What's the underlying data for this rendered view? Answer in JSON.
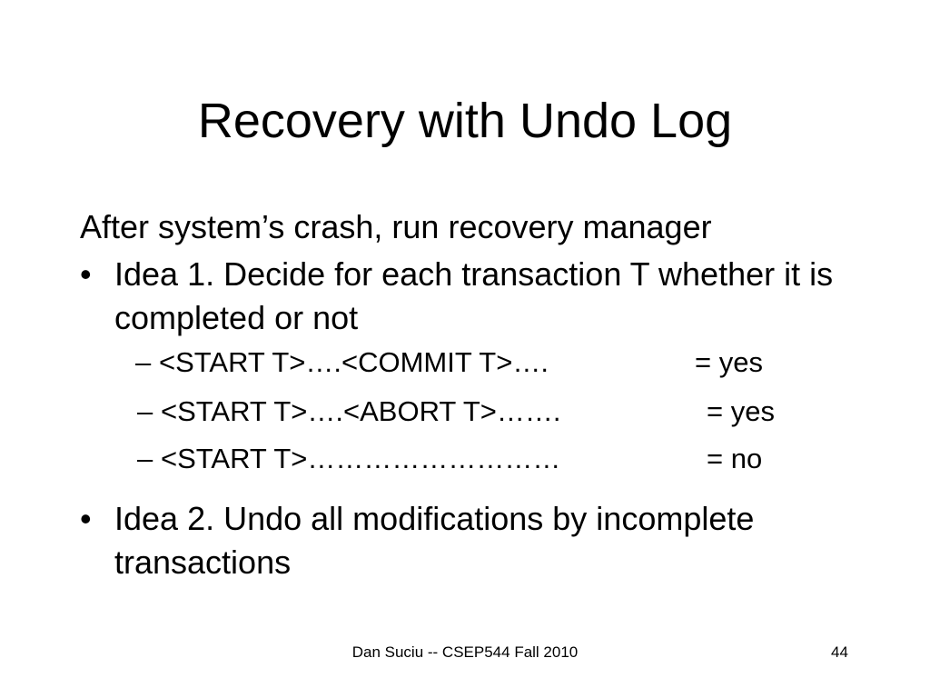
{
  "slide": {
    "title": "Recovery with Undo Log",
    "intro": "After system’s crash, run recovery manager",
    "bullets": [
      {
        "mark": "•",
        "text": "Idea 1. Decide for each transaction T whether it is completed or not",
        "subitems": [
          {
            "dash": "–",
            "text": "<START T>….<COMMIT T>….",
            "value": "= yes"
          },
          {
            "dash": "–",
            "text": "<START T>….<ABORT T>…….",
            "value": "= yes"
          },
          {
            "dash": "–",
            "text": "<START T>………………………",
            "value": "= no"
          }
        ]
      },
      {
        "mark": "•",
        "text": "Idea 2. Undo all modifications by incomplete transactions"
      }
    ],
    "footer": {
      "text": "Dan Suciu -- CSEP544 Fall 2010",
      "page": "44"
    }
  }
}
